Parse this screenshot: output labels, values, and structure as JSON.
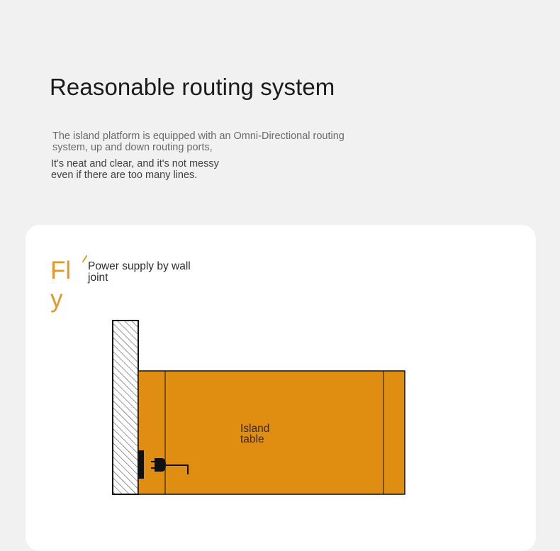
{
  "header": {
    "title": "Reasonable routing system",
    "description_lines": [
      "The island platform is equipped with an Omni-Directional routing",
      "system, up and down routing ports,"
    ],
    "note_lines": [
      "It's neat and clear, and it's not messy",
      "even if there are too many lines."
    ]
  },
  "card": {
    "heading_fragment": "Fly",
    "power_label_lines": [
      "Power supply by wall",
      "joint"
    ],
    "island_label_lines": [
      "Island",
      "table"
    ]
  },
  "colors": {
    "page_background": "#f1f1f1",
    "card_background": "#ffffff",
    "accent_orange": "#df9a2a",
    "table_fill": "#df8e12",
    "outline": "#111111"
  },
  "icons": [
    "wall-hatch-icon",
    "power-plug-icon"
  ]
}
